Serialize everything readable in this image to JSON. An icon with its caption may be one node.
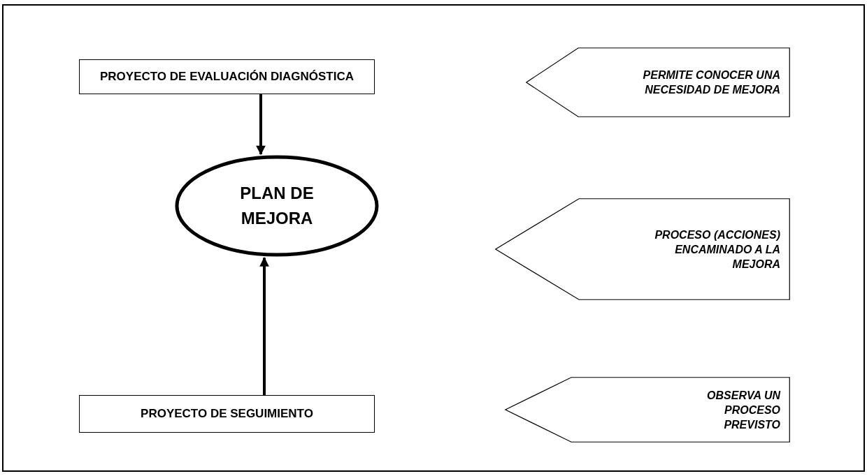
{
  "diagram": {
    "nodes": [
      {
        "text": [
          "PROYECTO DE EVALUACIÓN DIAGNÓSTICA"
        ]
      },
      {
        "text": [
          "PLAN DE MEJORA"
        ]
      },
      {
        "text": [
          "PROYECTO DE SEGUIMIENTO"
        ]
      },
      {
        "text": [
          "PERMITE CONOCER UNA NECESIDAD DE MEJORA"
        ]
      },
      {
        "text": [
          "PROCESO (ACCIONES) ENCAMINADO A LA MEJORA"
        ]
      },
      {
        "text": [
          "OBSERVA UN PROCESO PREVISTO"
        ]
      }
    ],
    "edges": [
      {
        "from": 0,
        "to": 1,
        "arrow": "to"
      },
      {
        "from": 2,
        "to": 1,
        "arrow": "to"
      }
    ]
  }
}
